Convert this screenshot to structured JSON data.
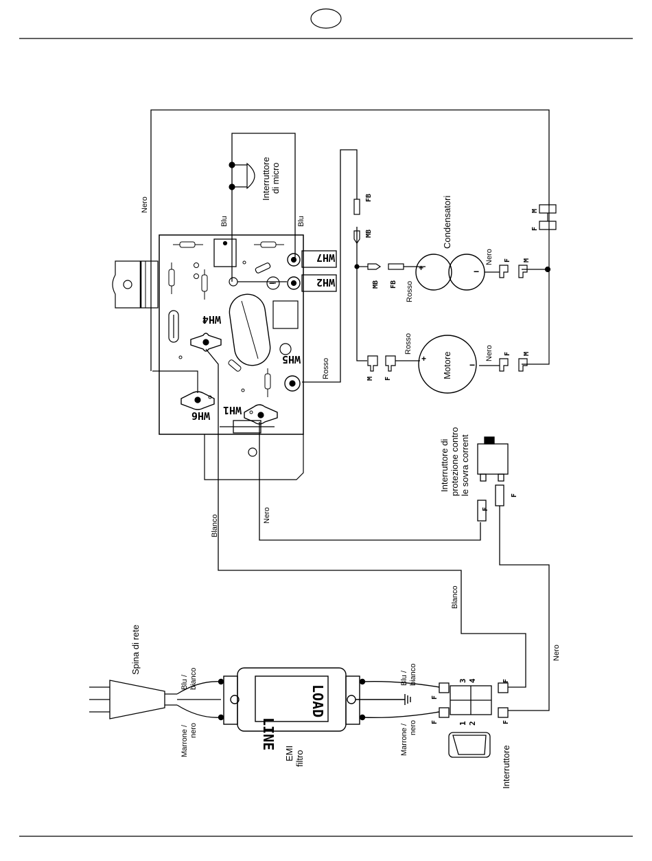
{
  "page": {
    "top_badge": "",
    "rule_color": "#000000"
  },
  "diagram": {
    "labels": {
      "nero_top": "Nero",
      "interruttore_micro": "Interruttore di micro",
      "interruttore_micro_line1": "Interruttore",
      "interruttore_micro_line2": "di micro",
      "blu_left": "Blu",
      "blu_right": "Blu",
      "condensatori": "Condensatori",
      "nero_cond": "Nero",
      "rosso_cond": "Rosso",
      "motore": "Motore",
      "rosso_motor": "Rosso",
      "nero_motor": "Nero",
      "rosso_board": "Rosso",
      "overcurrent_line1": "Interruttore di",
      "overcurrent_line2": "protezione contro",
      "overcurrent_line3": "le sovra corrent",
      "blanco_left": "Blanco",
      "nero_mid": "Nero",
      "blanco_right": "Blanco",
      "nero_right": "Nero",
      "spina_di_rete": "Spina di rete",
      "blu_bianco_l1": "Blu /",
      "blu_bianco_l2": "bianco",
      "marrone_nero_l1": "Marrone /",
      "marrone_nero_l2": "nero",
      "blu_bianco_r1": "Blu /",
      "blu_bianco_r2": "bianco",
      "marrone_nero_r1": "Marrone /",
      "marrone_nero_r2": "nero",
      "emi_line1": "EMI",
      "emi_line2": "filtro",
      "interruttore": "Interruttore",
      "line": "LINE",
      "load": "LOAD"
    },
    "board_codes": {
      "wh7": "WH7",
      "wh2": "WH2",
      "wh4": "WH4",
      "wh5": "WH5",
      "wh1": "WH1",
      "wh6": "WH6"
    },
    "connector_codes": {
      "fb": "FB",
      "mb": "MB",
      "f": "F",
      "m": "M"
    },
    "switch_codes": {
      "n1": "1",
      "n2": "2",
      "n3": "3",
      "n4": "4",
      "minus": "−",
      "plus": "+",
      "plus_small": "+",
      "minus_small": "−"
    }
  }
}
